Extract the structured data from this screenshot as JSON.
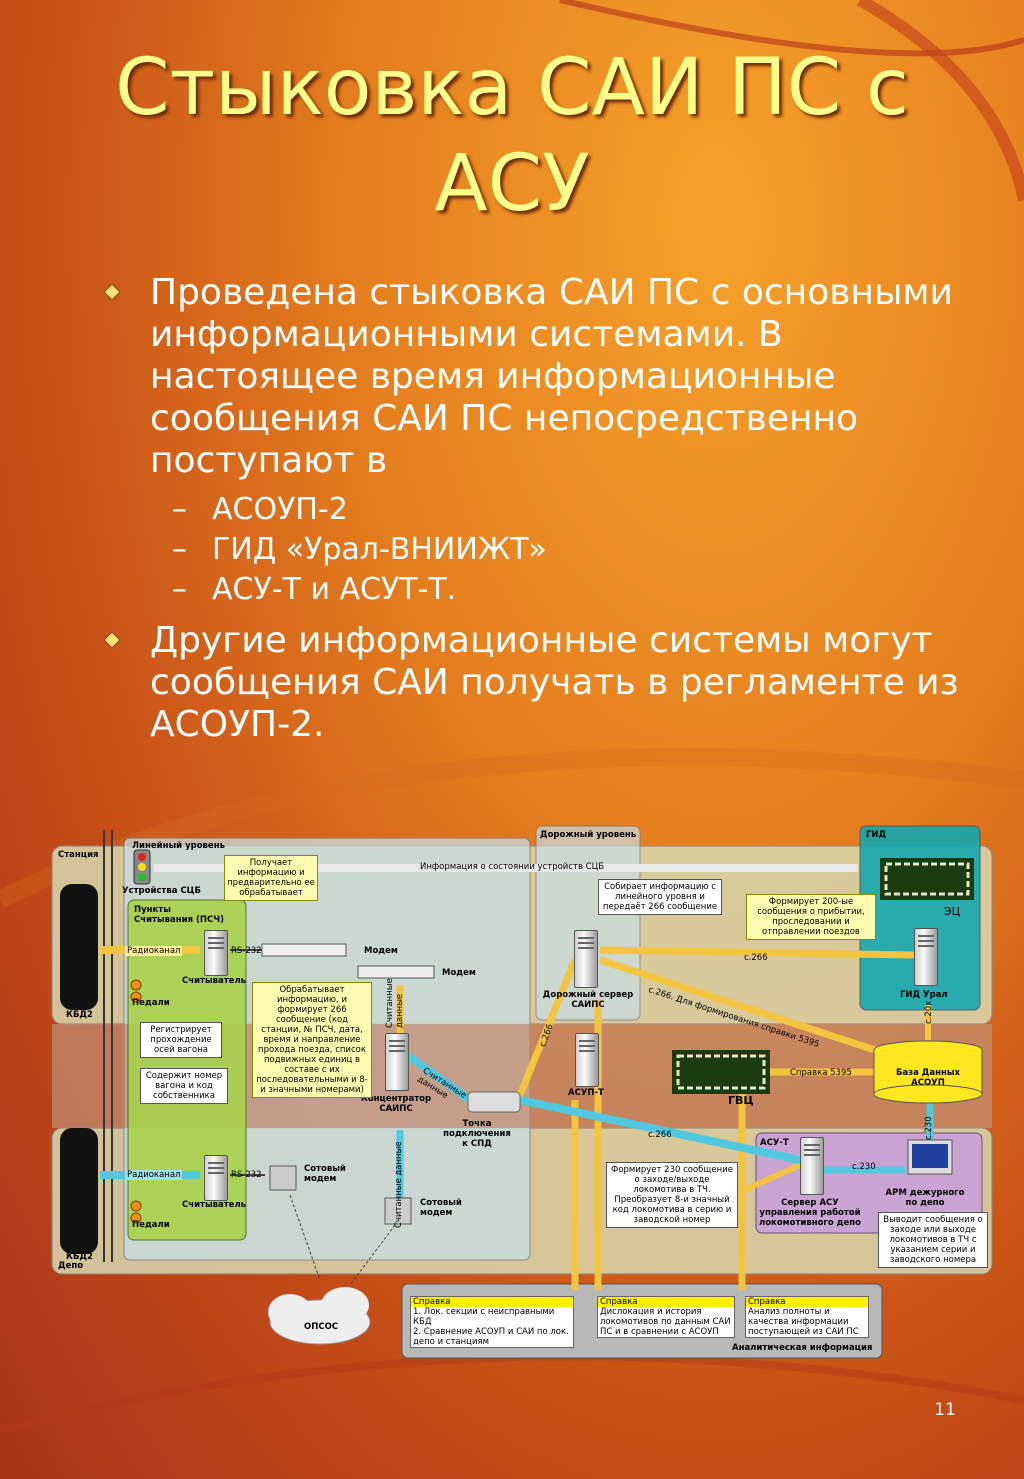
{
  "slide": {
    "title": "Стыковка САИ ПС с АСУ",
    "page_number": "11",
    "bullets": [
      {
        "text": "Проведена стыковка САИ ПС с основными информационными системами. В настоящее время информационные сообщения САИ ПС непосредственно поступают в",
        "sub": [
          "АСОУП-2",
          "ГИД «Урал-ВНИИЖТ»",
          "АСУ-Т и АСУТ-Т."
        ]
      },
      {
        "text": "Другие информационные системы могут сообщения САИ получать в регламенте из АСОУП-2.",
        "sub": []
      }
    ]
  },
  "diagram": {
    "levels": {
      "station": "Станция",
      "depot": "Депо",
      "line": "Линейный уровень",
      "road": "Дорожный уровень",
      "gid": "ГИД",
      "analytic": "Аналитическая информация"
    },
    "nodes": {
      "sc_devices": "Устройства СЦБ",
      "psch": "Пункты Считывания (ПСЧ)",
      "kbd2_top": "КБД2",
      "kbd2_bottom": "КБД2",
      "radio_top": "Радиоканал",
      "radio_bottom": "Радиоканал",
      "rs232_top": "RS-232",
      "rs232_bottom": "RS-232",
      "reader_top": "Считыватель",
      "reader_bottom": "Считыватель",
      "pedals_top": "Педали",
      "pedals_bottom": "Педали",
      "modem1": "Модем",
      "modem2": "Модем",
      "cell_modem1": "Сотовый модем",
      "cell_modem2": "Сотовый модем",
      "concentrator": "Концентратор САИПС",
      "spd_point": "Точка подключения к СПД",
      "road_server": "Дорожный сервер САИПС",
      "asut": "АСУП-Т",
      "ec": "ЭЦ",
      "gid_ural": "ГИД Урал",
      "db_asoup": "База Данных АСОУП",
      "gvc": "ГВЦ",
      "asu_t": "АСУ-Т",
      "depot_server": "Сервер АСУ управления работой локомотивного депо",
      "arm": "АРМ дежурного по депо",
      "opsos": "ОПСОС"
    },
    "arrows": {
      "info_sc": "Информация о состоянии устройств СЦБ",
      "c266_a": "с.266",
      "c266_b": "с.266. Для формирования справки 5395",
      "c266_c": "с.266",
      "c266_d": "с.266",
      "c20x": "с.20х",
      "c230_a": "с.230",
      "c230_b": "с.230",
      "ref5395": "Справка 5395",
      "read_data1": "Считанные данные",
      "read_data2": "Считанные данные",
      "read_data3": "Считанные данные"
    },
    "notes": {
      "gets_info": "Получает информацию и предварительно ее обрабатывает",
      "registers": "Регистрирует прохождение осей вагона",
      "holds_num": "Содержит номер вагона и код собственника",
      "processes": "Обрабатывает информацию, и формирует 266 сообщение (код станции, № ПСЧ, дата, время и направление прохода поезда, список подвижных единиц в составе с их последовательными и 8-и значными номерами)",
      "collects": "Собирает информацию с линейного уровня и передаёт 266 сообщение",
      "forms200": "Формирует 200-ые сообщения о прибытии, проследовании и отправлении поездов",
      "forms230": "Формирует 230 сообщение о заходе/выходе локомотива в ТЧ. Преобразует 8-и значный код локомотива в серию и заводской номер",
      "outputs": "Выводит сообщения о заходе или выходе локомотивов в ТЧ с указанием серии и заводского номера"
    },
    "refs": [
      {
        "title": "Справка",
        "lines": [
          "1. Лок. секции с неисправными КБД",
          "2. Сравнение АСОУП и САИ по лок. депо и станциям"
        ]
      },
      {
        "title": "Справка",
        "lines": [
          "Дислокация и история локомотивов по данным САИ ПС и в сравнении с АСОУП"
        ]
      },
      {
        "title": "Справка",
        "lines": [
          "Анализ полноты и качества информации поступающей из САИ ПС"
        ]
      }
    ]
  }
}
